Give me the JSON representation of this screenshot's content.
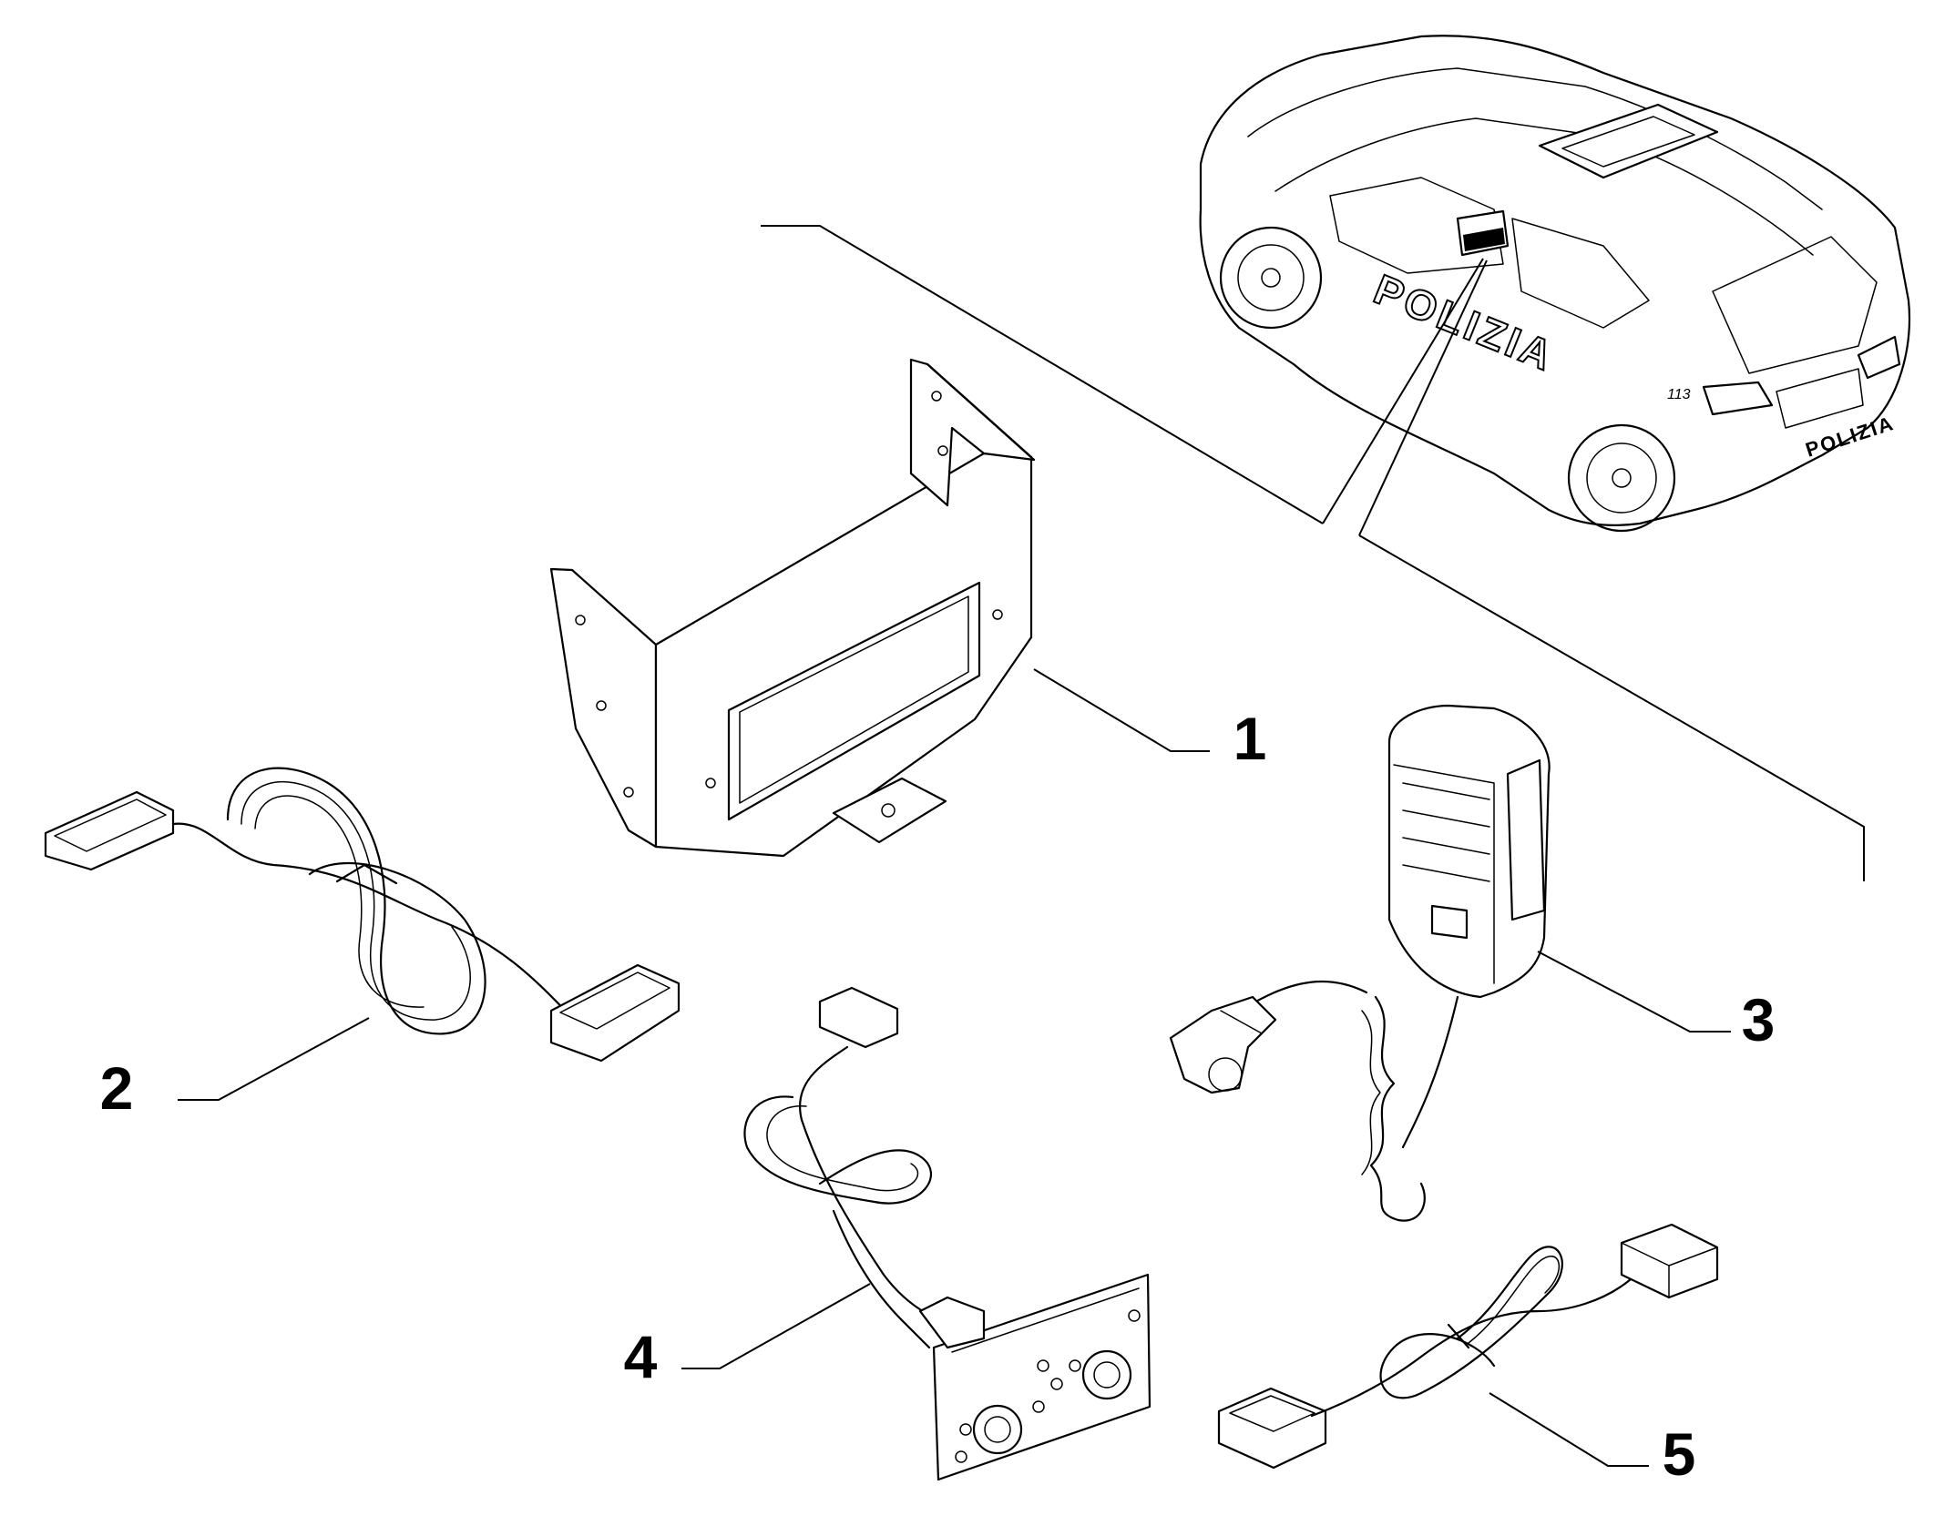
{
  "callouts": [
    {
      "id": "1",
      "label": "1"
    },
    {
      "id": "2",
      "label": "2"
    },
    {
      "id": "3",
      "label": "3"
    },
    {
      "id": "4",
      "label": "4"
    },
    {
      "id": "5",
      "label": "5"
    }
  ],
  "vehicle": {
    "side_text": "POLIZIA",
    "rear_text": "POLIZIA",
    "badge_text": "113"
  }
}
